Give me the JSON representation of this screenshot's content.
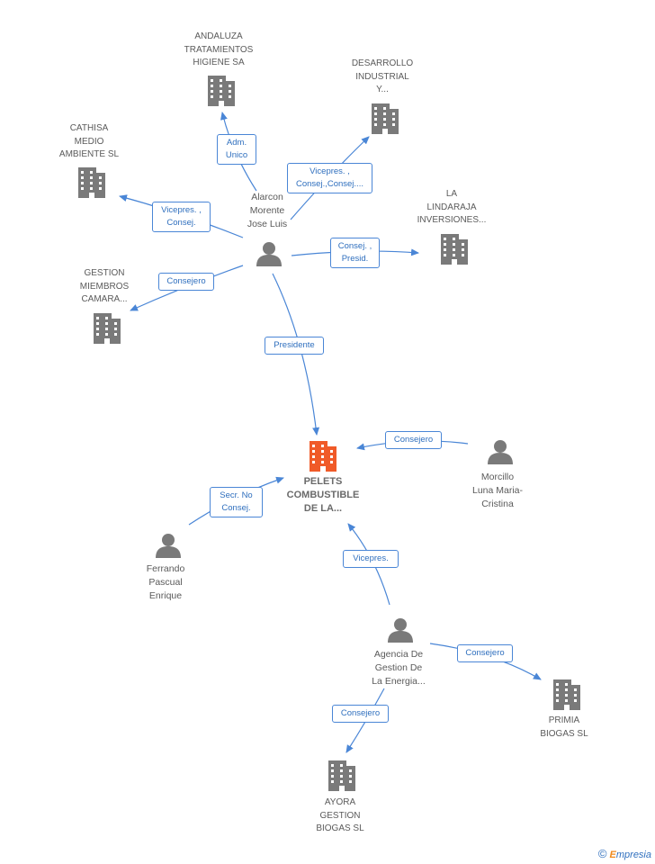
{
  "colors": {
    "edge": "#4a86d6",
    "building": "#7a7a7a",
    "building_main": "#f05a28",
    "person": "#7a7a7a"
  },
  "nodes": {
    "andaluza": "ANDALUZA\nTRATAMIENTOS\nHIGIENE SA",
    "desarrollo": "DESARROLLO\nINDUSTRIAL\nY...",
    "cathisa": "CATHISA\nMEDIO\nAMBIENTE SL",
    "la_lindaraja": "LA\nLINDARAJA\nINVERSIONES...",
    "gestion": "GESTION\nMIEMBROS\nCAMARA...",
    "alarcon": "Alarcon\nMorente\nJose Luis",
    "pelets": "PELETS\nCOMBUSTIBLE\nDE LA...",
    "morcillo": "Morcillo\nLuna Maria-\nCristina",
    "ferrando": "Ferrando\nPascual\nEnrique",
    "agencia": "Agencia De\nGestion De\nLa Energia...",
    "primia": "PRIMIA\nBIOGAS SL",
    "ayora": "AYORA\nGESTION\nBIOGAS SL"
  },
  "relations": {
    "adm_unico": "Adm.\nUnico",
    "vicepres_consej_consej": "Vicepres. ,\nConsej.,Consej....",
    "vicepres_consej": "Vicepres. ,\nConsej.",
    "consej_presid": "Consej. ,\nPresid.",
    "consejero_gestion": "Consejero",
    "presidente": "Presidente",
    "consejero_morcillo": "Consejero",
    "secr_no_consej": "Secr.  No\nConsej.",
    "vicepres": "Vicepres.",
    "consejero_primia": "Consejero",
    "consejero_ayora": "Consejero"
  },
  "footer": {
    "copyright": "©",
    "brand_first": "E",
    "brand_rest": "mpresia"
  }
}
